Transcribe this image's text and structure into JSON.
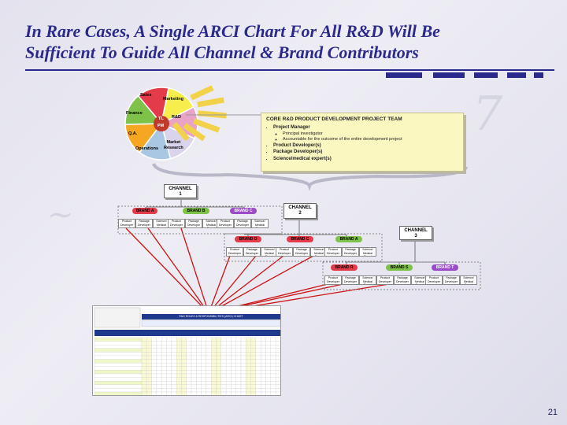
{
  "title": {
    "line1": "In Rare Cases, A Single ARCI Chart For All R&D Will Be",
    "line2": "Sufficient To Guide All Channel & Brand Contributors"
  },
  "slide_number": "21",
  "wheel": {
    "segments": [
      {
        "label": "Sales",
        "color": "#e43b4b"
      },
      {
        "label": "Marketing",
        "color": "#f7ee4d"
      },
      {
        "label": "Finance",
        "color": "#e9a3c7"
      },
      {
        "label": "Q.A.",
        "color": "#d9d3ec"
      },
      {
        "label": "Operations",
        "color": "#a9c6e3"
      },
      {
        "label": "Market\nResearch",
        "color": "#f5a623"
      },
      {
        "label": "R&D",
        "color": "#7fc24a"
      }
    ],
    "center": {
      "tl": "TL",
      "pm": "PM"
    }
  },
  "core_team": {
    "title": "CORE R&D PRODUCT DEVELOPMENT PROJECT TEAM",
    "items": [
      {
        "label": "Project Manager",
        "sub": [
          "Principal investigator",
          "Accountable for the outcome of the entire development project"
        ]
      },
      {
        "label": "Product Developer(s)",
        "sub": []
      },
      {
        "label": "Package Developer(s)",
        "sub": []
      },
      {
        "label": "Science/medical expert(s)",
        "sub": []
      }
    ]
  },
  "channels": [
    {
      "label": "CHANNEL",
      "number": "1"
    },
    {
      "label": "CHANNEL",
      "number": "2"
    },
    {
      "label": "CHANNEL",
      "number": "3"
    }
  ],
  "brands": [
    {
      "label": "BRAND A",
      "color": "#e43b4b"
    },
    {
      "label": "BRAND B",
      "color": "#7fc24a"
    },
    {
      "label": "BRAND C",
      "color": "#9a4bc8"
    },
    {
      "label": "BRAND D",
      "color": "#e43b4b"
    },
    {
      "label": "BRAND C",
      "color": "#e43b4b"
    },
    {
      "label": "BRAND A",
      "color": "#7fc24a"
    },
    {
      "label": "BRAND R",
      "color": "#e43b4b"
    },
    {
      "label": "BRAND S",
      "color": "#7fc24a"
    },
    {
      "label": "BRAND T",
      "color": "#9a4bc8"
    }
  ],
  "roles": [
    "Product Developer",
    "Package Developer",
    "Science/ Medical Expert"
  ],
  "matrix": {
    "title": "R&D ROLES & RESPONSIBILITIES (ARCI) CHART"
  },
  "colors": {
    "title": "#2a2a8c",
    "connector": "#cc1111"
  }
}
